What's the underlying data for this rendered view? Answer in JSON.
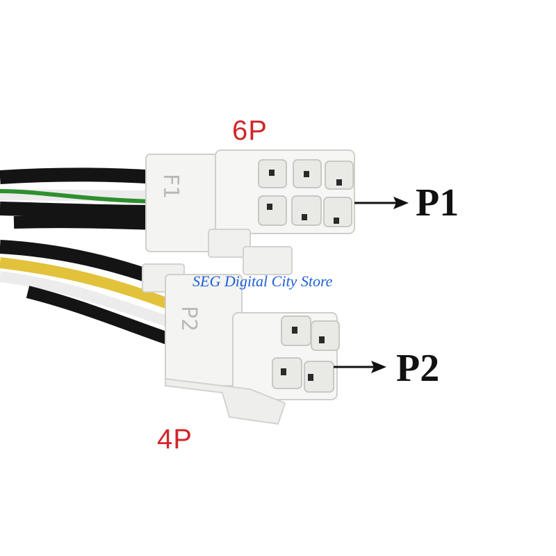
{
  "colors": {
    "background": "#ffffff",
    "connector_body": "#f4f4f2",
    "connector_shadow": "#d9d9d6",
    "wire_black": "#141414",
    "wire_white": "#ececec",
    "wire_green": "#2f8f2f",
    "wire_yellow": "#e2c23a",
    "pin_label": "#d0262a",
    "port_label": "#111111",
    "watermark": "#1e5fd6"
  },
  "connectors": [
    {
      "pin_count_label": "6P",
      "port_label": "P1",
      "molded_marking": "F1",
      "pins": 6,
      "arrow_icon": "right-arrow-icon"
    },
    {
      "pin_count_label": "4P",
      "port_label": "P2",
      "molded_marking": "P2",
      "pins": 4,
      "arrow_icon": "right-arrow-icon"
    }
  ],
  "watermark": "SEG Digital City Store"
}
